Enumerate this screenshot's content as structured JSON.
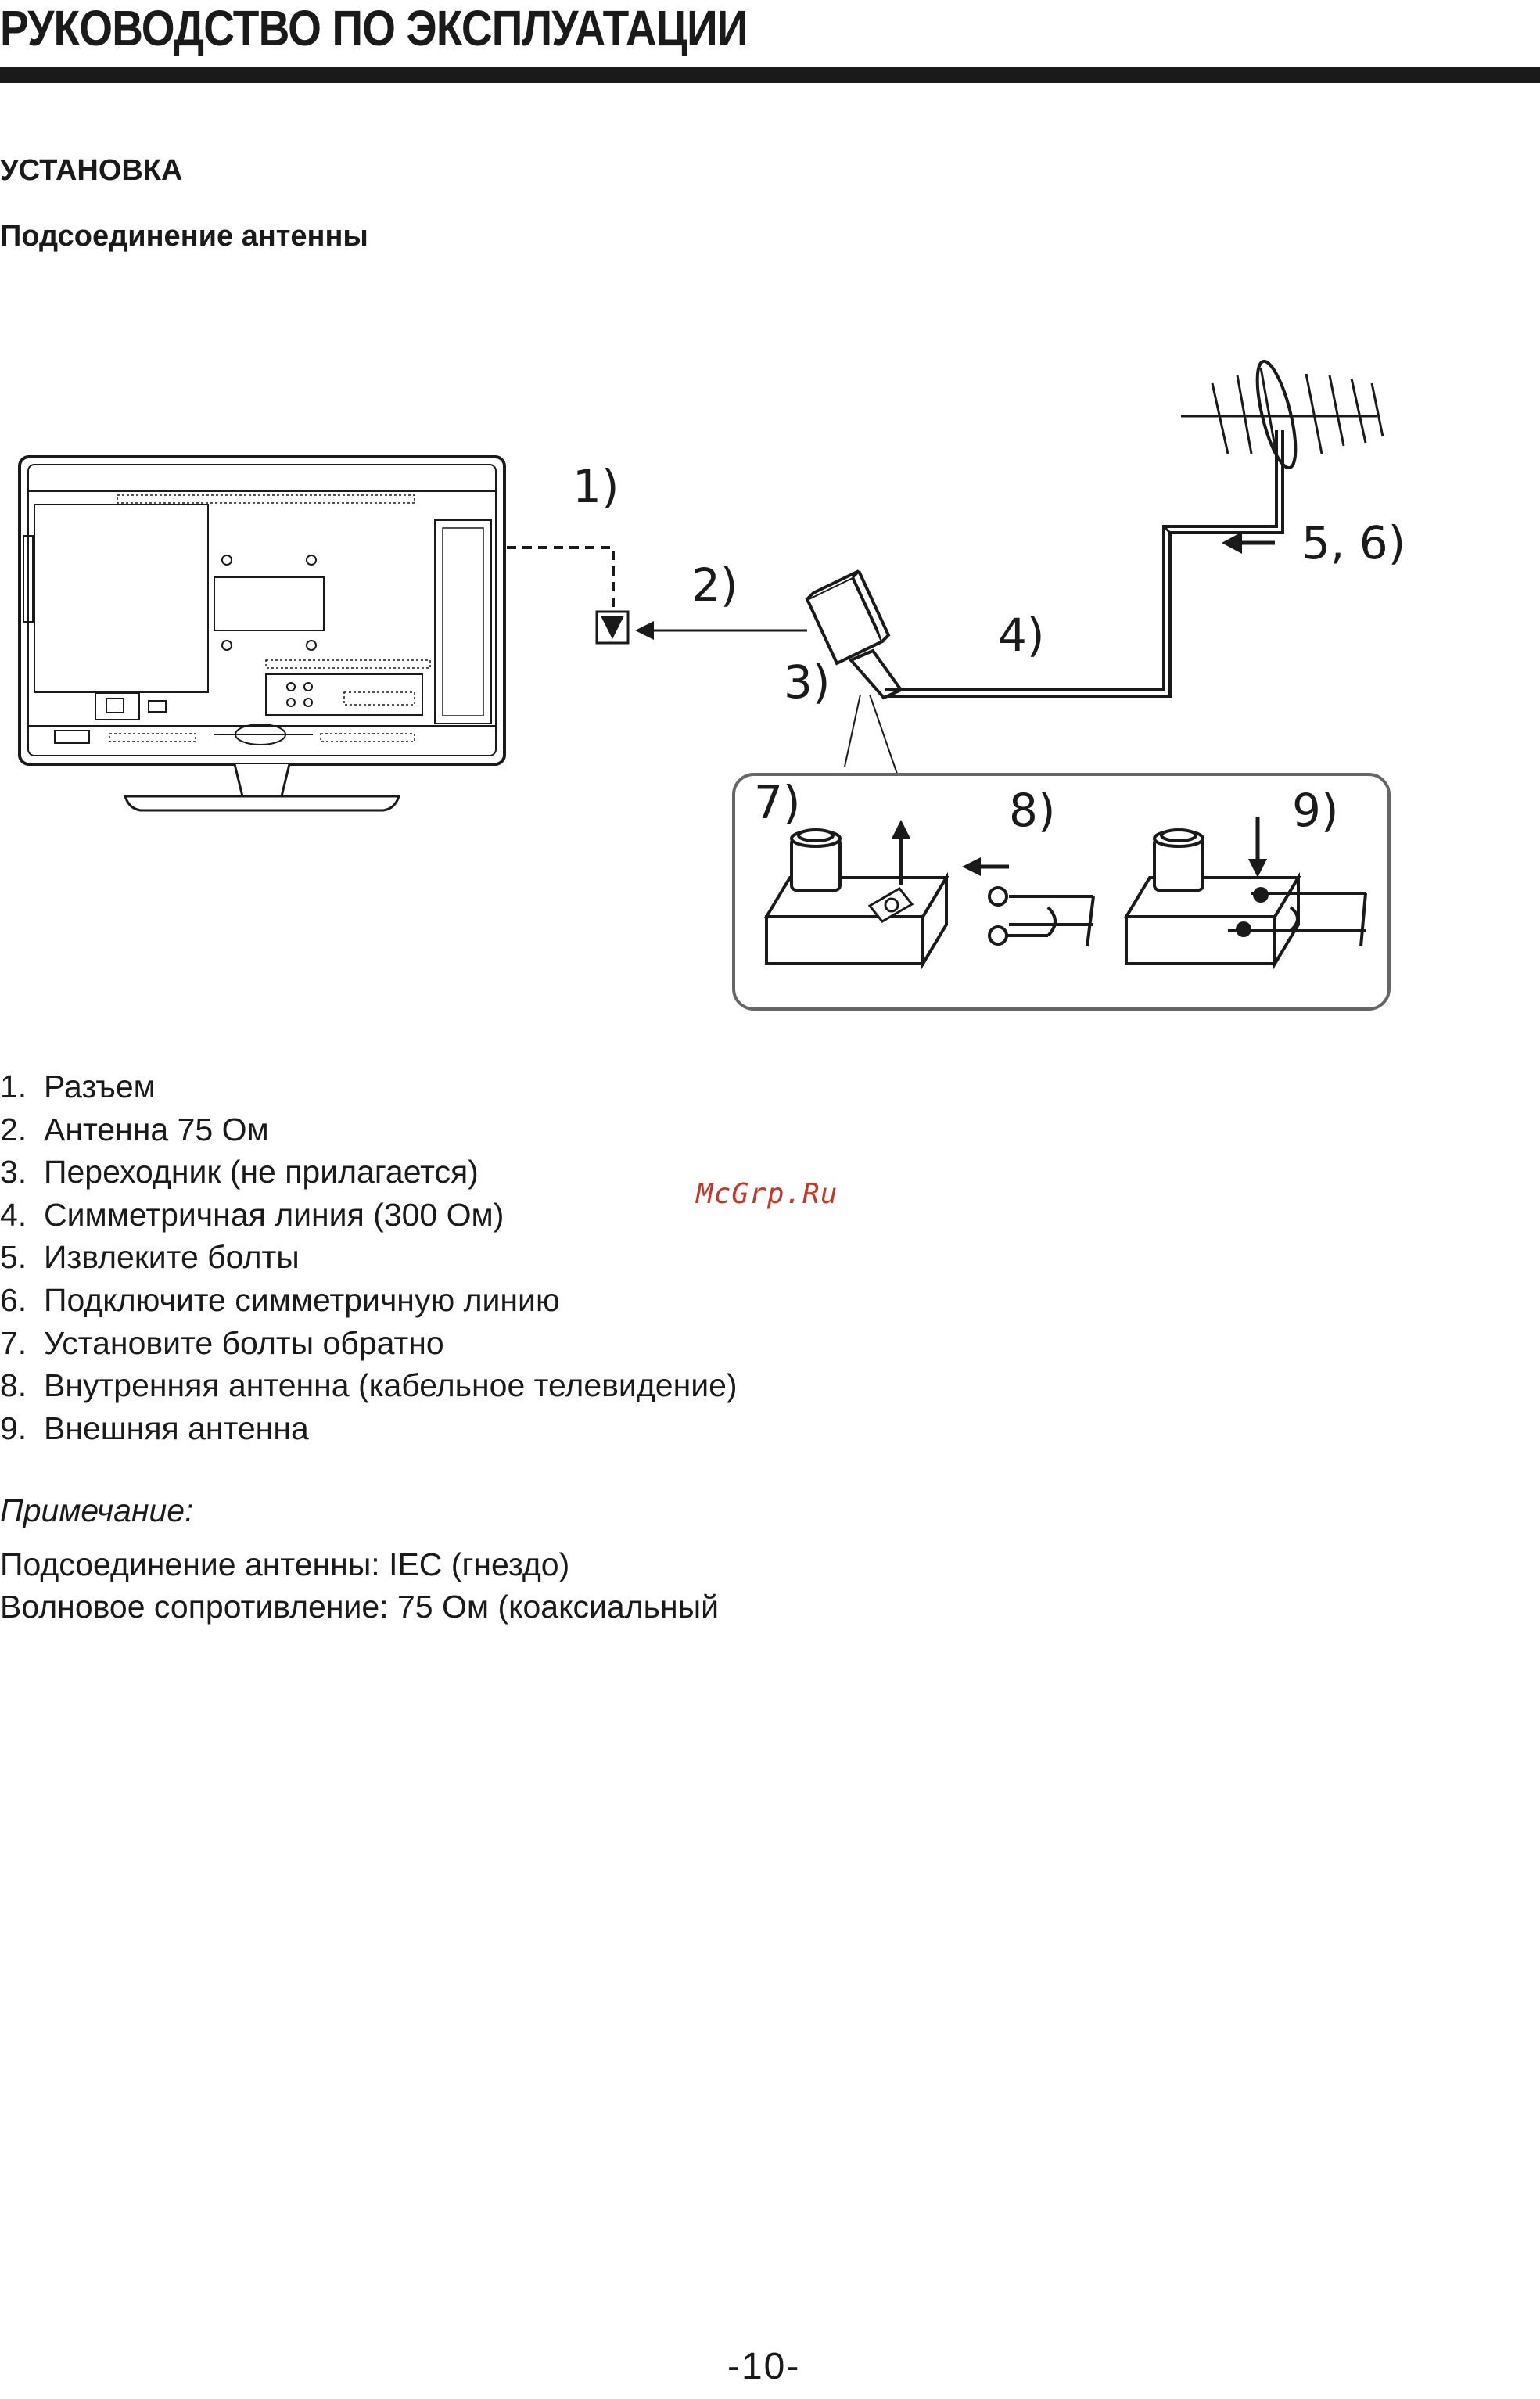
{
  "header": {
    "title": "РУКОВОДСТВО ПО ЭКСПЛУАТАЦИИ"
  },
  "section": {
    "title": "УСТАНОВКА",
    "subtitle": "Подсоединение антенны"
  },
  "diagram": {
    "labels": {
      "l1": "1)",
      "l2": "2)",
      "l3": "3)",
      "l4": "4)",
      "l56": "5, 6)",
      "l7": "7)",
      "l8": "8)",
      "l9": "9)"
    },
    "icons": [
      "tv-rear-panel",
      "yagi-antenna-icon",
      "adapter-icon",
      "terminal-block-icon",
      "arrow-up-icon",
      "arrow-left-icon",
      "arrow-down-icon"
    ]
  },
  "steps": [
    {
      "num": "1.",
      "text": "Разъем"
    },
    {
      "num": "2.",
      "text": "Антенна 75 Ом"
    },
    {
      "num": "3.",
      "text": "Переходник (не прилагается)"
    },
    {
      "num": "4.",
      "text": "Симметричная линия (300 Ом)"
    },
    {
      "num": "5.",
      "text": "Извлеките болты"
    },
    {
      "num": "6.",
      "text": "Подключите симметричную линию"
    },
    {
      "num": "7.",
      "text": "Установите болты обратно"
    },
    {
      "num": "8.",
      "text": "Внутренняя антенна (кабельное телевидение)"
    },
    {
      "num": "9.",
      "text": "Внешняя антенна"
    }
  ],
  "watermark": "McGrp.Ru",
  "note": {
    "label": "Примечание:",
    "lines": [
      "Подсоединение антенны: IEC (гнездо)",
      "Волновое сопротивление: 75 Ом (коаксиальный"
    ]
  },
  "page_number": "-10-"
}
